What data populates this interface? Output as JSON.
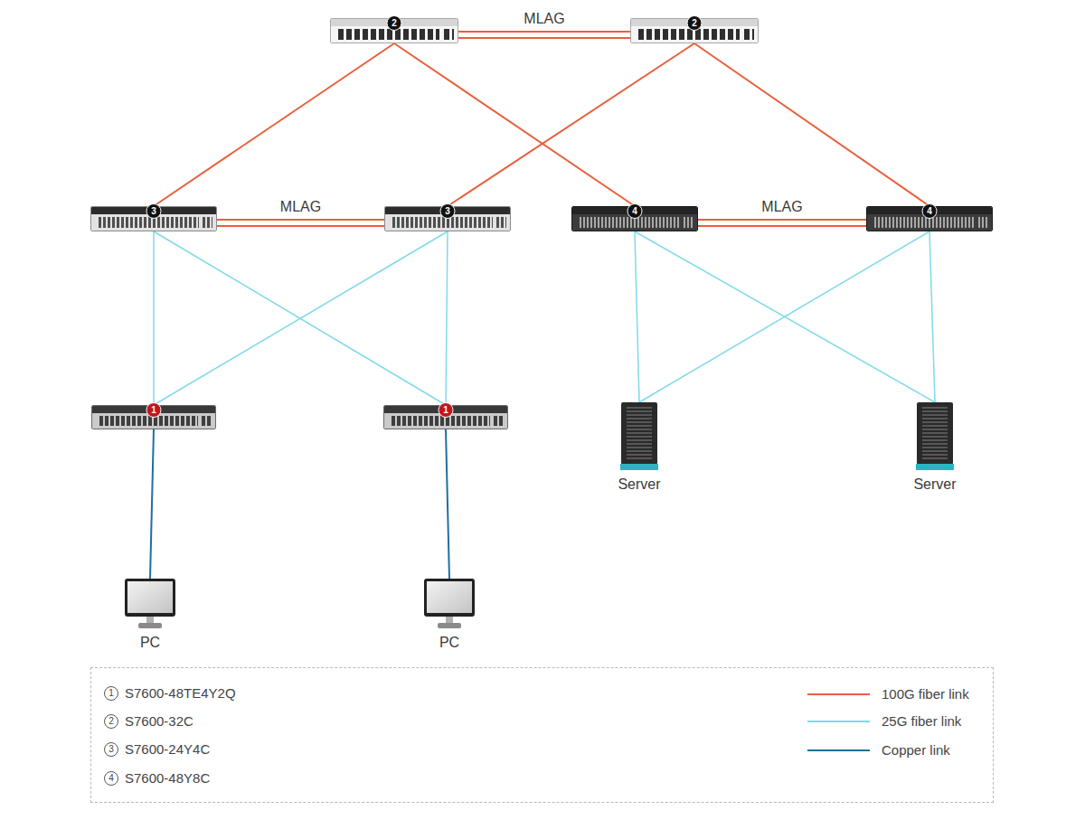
{
  "diagram": {
    "nodes": [
      {
        "text": [
          "2"
        ]
      },
      {
        "text": [
          "2"
        ]
      },
      {
        "text": [
          "3"
        ]
      },
      {
        "text": [
          "3"
        ]
      },
      {
        "text": [
          "4"
        ]
      },
      {
        "text": [
          "4"
        ]
      },
      {
        "text": [
          "1"
        ]
      },
      {
        "text": [
          "1"
        ]
      },
      {
        "text": [
          "Server"
        ]
      },
      {
        "text": [
          "Server"
        ]
      },
      {
        "text": [
          "PC"
        ]
      },
      {
        "text": [
          "PC"
        ]
      }
    ],
    "edges": [
      {
        "from": 0,
        "to": 1,
        "arrow": "none",
        "label": "MLAG"
      },
      {
        "from": 0,
        "to": 1,
        "arrow": "none"
      },
      {
        "from": 2,
        "to": 3,
        "arrow": "none",
        "label": "MLAG"
      },
      {
        "from": 2,
        "to": 3,
        "arrow": "none"
      },
      {
        "from": 4,
        "to": 5,
        "arrow": "none",
        "label": "MLAG"
      },
      {
        "from": 4,
        "to": 5,
        "arrow": "none"
      },
      {
        "from": 0,
        "to": 2,
        "arrow": "none"
      },
      {
        "from": 0,
        "to": 4,
        "arrow": "none"
      },
      {
        "from": 1,
        "to": 3,
        "arrow": "none"
      },
      {
        "from": 1,
        "to": 5,
        "arrow": "none"
      },
      {
        "from": 2,
        "to": 6,
        "arrow": "none"
      },
      {
        "from": 2,
        "to": 7,
        "arrow": "none"
      },
      {
        "from": 3,
        "to": 6,
        "arrow": "none"
      },
      {
        "from": 3,
        "to": 7,
        "arrow": "none"
      },
      {
        "from": 4,
        "to": 8,
        "arrow": "none"
      },
      {
        "from": 4,
        "to": 9,
        "arrow": "none"
      },
      {
        "from": 5,
        "to": 8,
        "arrow": "none"
      },
      {
        "from": 5,
        "to": 9,
        "arrow": "none"
      },
      {
        "from": 6,
        "to": 10,
        "arrow": "none"
      },
      {
        "from": 7,
        "to": 11,
        "arrow": "none"
      }
    ],
    "labels": [
      "1",
      "S7600-48TE4Y2Q",
      "2",
      "S7600-32C",
      "3",
      "S7600-24Y4C",
      "4",
      "S7600-48Y8C"
    ],
    "legend": [
      {
        "text": "100G fiber link"
      },
      {
        "text": "25G fiber link"
      },
      {
        "text": "Copper link"
      }
    ]
  }
}
